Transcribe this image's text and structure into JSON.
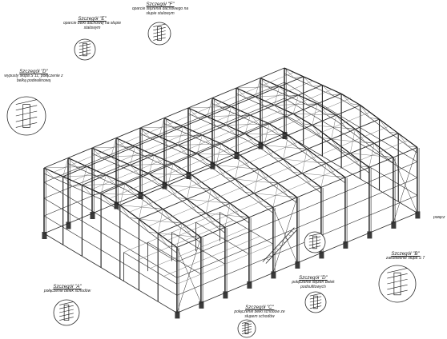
{
  "labels": {
    "e": {
      "title": "Szczegół \"E\"",
      "desc": "oparcie belki dachowej na słupie stalowym"
    },
    "f": {
      "title": "Szczegół \"F\"",
      "desc": "oparcie stężenia dachowego na słupie stalowym"
    },
    "d": {
      "title": "Szczegół \"D\"",
      "desc": "wypusty słupa S 11, połączenie z belką podwalinową"
    },
    "a": {
      "title": "Szczegół \"A\"",
      "desc": "połączenie belek schodów"
    },
    "b": {
      "title": "Szczegół \"B\"",
      "desc": "zakotwienie słupa S 7"
    },
    "g": {
      "title": "Szczegół \"D\"",
      "desc": "połączenie stężeń belek podsufitowych"
    },
    "c": {
      "title": "Szczegół \"C\"",
      "desc": "połączenie belki schodów ze słupem schodów"
    },
    "edge": {
      "title": "połącz"
    }
  },
  "colors": {
    "line": "#2a2a2a",
    "light": "#6a6a6a",
    "ink": "#1a1a1a"
  }
}
